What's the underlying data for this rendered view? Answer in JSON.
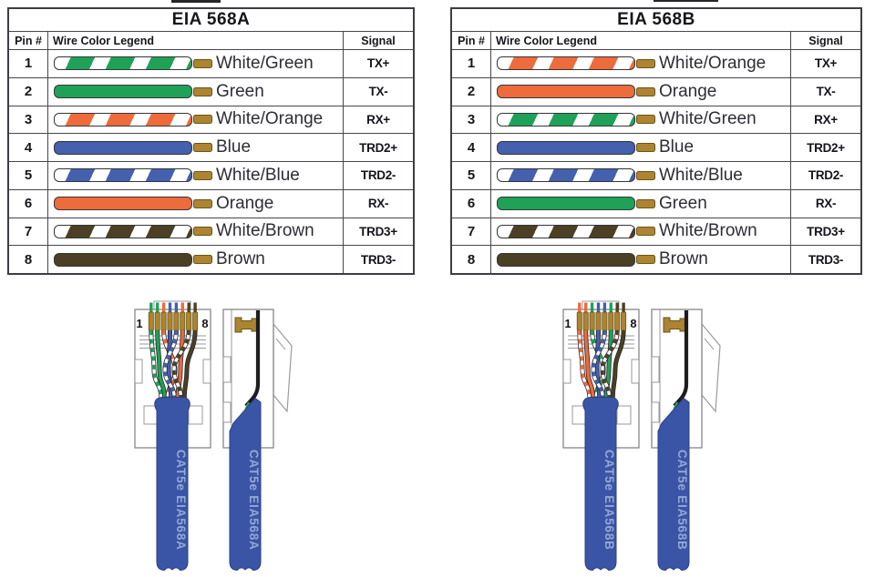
{
  "colors": {
    "wire": {
      "green": "#1FA257",
      "orange": "#EE6B3B",
      "blue": "#4460AE",
      "brown": "#4B4023",
      "black": "#1D1D20"
    },
    "gold": "#AD8430",
    "gold_dark": "#67551C",
    "cable": "#3B55A6",
    "cable_stroke": "#2A3F85",
    "cable_text": "#93A7D6",
    "outline_gray": "#9A9AA0",
    "body_gray": "#8F8F96",
    "ink": "#15151C"
  },
  "tables": [
    {
      "title": "EIA 568A",
      "headers": {
        "pin": "Pin #",
        "legend": "Wire Color Legend",
        "signal": "Signal"
      },
      "rows": [
        {
          "pin": "1",
          "label": "White/Green",
          "signal": "TX+",
          "wire": "white-green"
        },
        {
          "pin": "2",
          "label": "Green",
          "signal": "TX-",
          "wire": "green"
        },
        {
          "pin": "3",
          "label": "White/Orange",
          "signal": "RX+",
          "wire": "white-orange"
        },
        {
          "pin": "4",
          "label": "Blue",
          "signal": "TRD2+",
          "wire": "blue"
        },
        {
          "pin": "5",
          "label": "White/Blue",
          "signal": "TRD2-",
          "wire": "white-blue"
        },
        {
          "pin": "6",
          "label": "Orange",
          "signal": "RX-",
          "wire": "orange"
        },
        {
          "pin": "7",
          "label": "White/Brown",
          "signal": "TRD3+",
          "wire": "white-brown"
        },
        {
          "pin": "8",
          "label": "Brown",
          "signal": "TRD3-",
          "wire": "brown"
        }
      ],
      "connector": {
        "pin_first_label": "1",
        "pin_last_label": "8",
        "cable_text": "CAT5e EIA568A",
        "pin_wires": [
          "white-green",
          "green",
          "white-orange",
          "blue",
          "white-blue",
          "orange",
          "white-brown",
          "brown"
        ]
      }
    },
    {
      "title": "EIA 568B",
      "headers": {
        "pin": "Pin #",
        "legend": "Wire Color Legend",
        "signal": "Signal"
      },
      "rows": [
        {
          "pin": "1",
          "label": "White/Orange",
          "signal": "TX+",
          "wire": "white-orange"
        },
        {
          "pin": "2",
          "label": "Orange",
          "signal": "TX-",
          "wire": "orange"
        },
        {
          "pin": "3",
          "label": "White/Green",
          "signal": "RX+",
          "wire": "white-green"
        },
        {
          "pin": "4",
          "label": "Blue",
          "signal": "TRD2+",
          "wire": "blue"
        },
        {
          "pin": "5",
          "label": "White/Blue",
          "signal": "TRD2-",
          "wire": "white-blue"
        },
        {
          "pin": "6",
          "label": "Green",
          "signal": "RX-",
          "wire": "green"
        },
        {
          "pin": "7",
          "label": "White/Brown",
          "signal": "TRD3+",
          "wire": "white-brown"
        },
        {
          "pin": "8",
          "label": "Brown",
          "signal": "TRD3-",
          "wire": "brown"
        }
      ],
      "connector": {
        "pin_first_label": "1",
        "pin_last_label": "8",
        "cable_text": "CAT5e EIA568B",
        "pin_wires": [
          "white-orange",
          "orange",
          "white-green",
          "blue",
          "white-blue",
          "green",
          "white-brown",
          "brown"
        ]
      }
    }
  ]
}
